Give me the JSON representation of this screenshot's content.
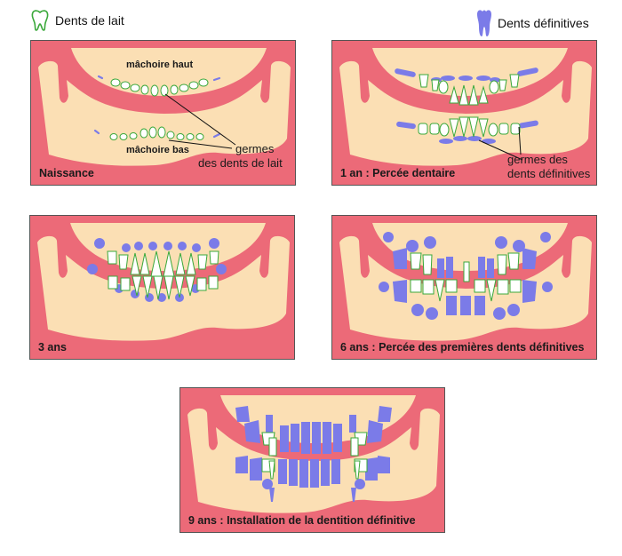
{
  "legend": {
    "primary": {
      "label": "Dents de lait",
      "icon": "milk-tooth-outline-icon",
      "color": "#3aa83a"
    },
    "permanent": {
      "label": "Dents définitives",
      "icon": "permanent-tooth-icon",
      "color": "#7b7be8"
    }
  },
  "colors": {
    "gum": "#ec6a78",
    "bone": "#fbdfb4",
    "milk_tooth_fill": "#ffffff",
    "milk_tooth_outline": "#3aa83a",
    "permanent_tooth": "#7b7be8",
    "border": "#555555"
  },
  "panels": [
    {
      "id": "naissance",
      "caption": "Naissance",
      "labels": {
        "upper_jaw": "mâchoire haut",
        "lower_jaw": "mâchoire bas"
      },
      "callout": {
        "line1": "germes",
        "line2": "des dents de lait"
      }
    },
    {
      "id": "1-an",
      "caption": "1 an : Percée dentaire",
      "callout": {
        "line1": "germes des",
        "line2": "dents définitives"
      }
    },
    {
      "id": "3-ans",
      "caption": "3 ans"
    },
    {
      "id": "6-ans",
      "caption": "6 ans : Percée des premières dents définitives"
    },
    {
      "id": "9-ans",
      "caption": "9 ans : Installation de la dentition définitive"
    }
  ]
}
